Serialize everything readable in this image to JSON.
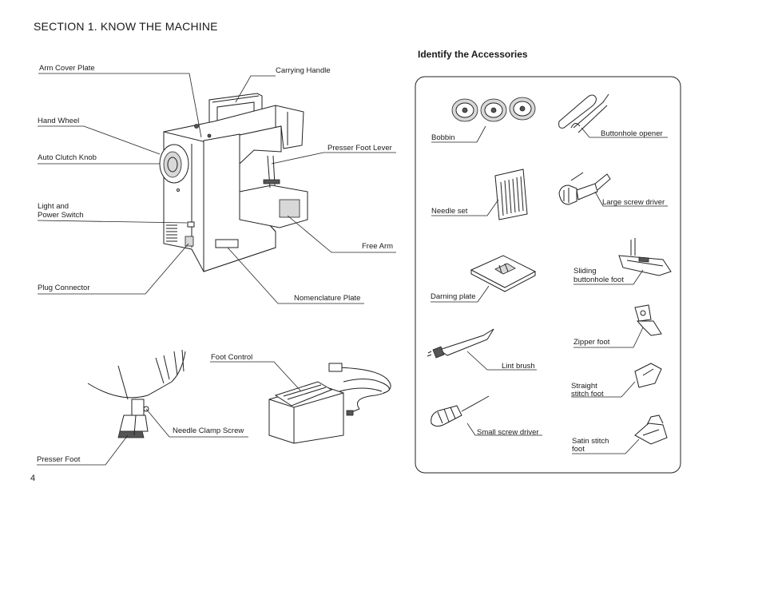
{
  "header": {
    "section_title": "SECTION  1.   KNOW THE MACHINE",
    "accessories_title": "Identify the Accessories"
  },
  "machine_labels": {
    "arm_cover_plate": "Arm Cover Plate",
    "carrying_handle": "Carrying Handle",
    "hand_wheel": "Hand Wheel",
    "auto_clutch_knob": "Auto Clutch Knob",
    "presser_foot_lever": "Presser Foot Lever",
    "light_and": "Light and",
    "power_switch": "Power Switch",
    "free_arm": "Free Arm",
    "plug_connector": "Plug Connector",
    "nomenclature_plate": "Nomenclature Plate",
    "foot_control": "Foot Control",
    "needle_clamp_screw": "Needle Clamp Screw",
    "presser_foot": "Presser Foot"
  },
  "accessories": {
    "bobbin": "Bobbin",
    "buttonhole_opener": "Buttonhole opener",
    "needle_set": "Needle set",
    "large_screw_driver": "Large screw driver",
    "sliding_1": "Sliding",
    "sliding_2": "buttonhole foot",
    "darning_plate": "Darning plate",
    "zipper_foot": "Zipper foot",
    "lint_brush": "Lint brush",
    "straight_1": "Straight",
    "straight_2": "stitch foot",
    "small_screw_driver": "Small screw driver",
    "satin_1": "Satin stitch",
    "satin_2": "foot"
  },
  "footer": {
    "page_number": "4"
  },
  "icons": [
    "sewing-machine-icon",
    "foot-control-icon",
    "presser-foot-icon",
    "bobbin-icon",
    "buttonhole-opener-icon",
    "needle-set-icon",
    "screwdriver-icon",
    "sliding-foot-icon",
    "darning-plate-icon",
    "zipper-foot-icon",
    "lint-brush-icon",
    "straight-foot-icon",
    "satin-foot-icon"
  ]
}
